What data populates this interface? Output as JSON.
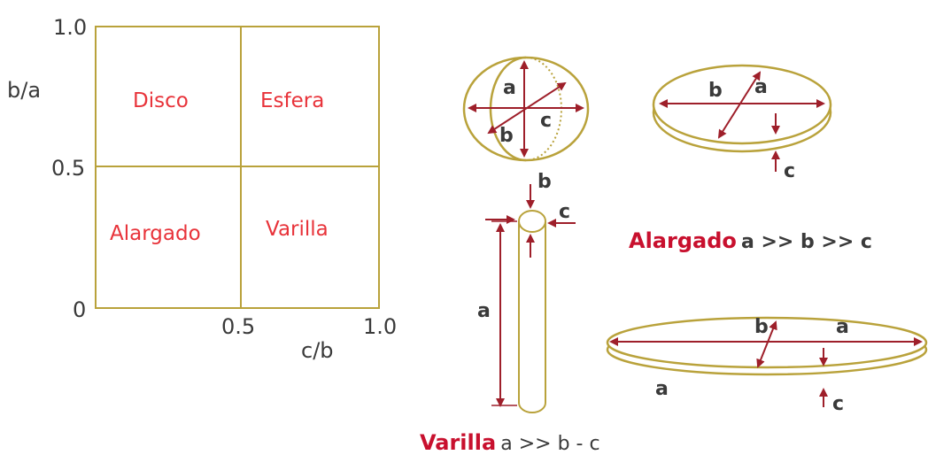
{
  "colors": {
    "gold": "#b9a23b",
    "arrow": "#9e1f2a",
    "label_red": "#e8333a",
    "text_dark": "#3a3a3a"
  },
  "grid": {
    "y_axis_label": "b/a",
    "x_axis_label": "c/b",
    "y_ticks": [
      "1.0",
      "0.5",
      "0"
    ],
    "x_ticks": [
      "0.5",
      "1.0"
    ],
    "quadrants": {
      "top_left": "Disco",
      "top_right": "Esfera",
      "bottom_left": "Alargado",
      "bottom_right": "Varilla"
    }
  },
  "sphere": {
    "a": "a",
    "b": "b",
    "c": "c"
  },
  "disc": {
    "a": "a",
    "b": "b",
    "c": "c"
  },
  "rod": {
    "a": "a",
    "b": "b",
    "c": "c",
    "caption_name": "Varilla",
    "caption_rel": "a >> b - c"
  },
  "elongated_caption": {
    "name": "Alargado",
    "rel": "a >> b >> c"
  },
  "elongated": {
    "a_top": "a",
    "b": "b",
    "a_bottom": "a",
    "c": "c"
  }
}
